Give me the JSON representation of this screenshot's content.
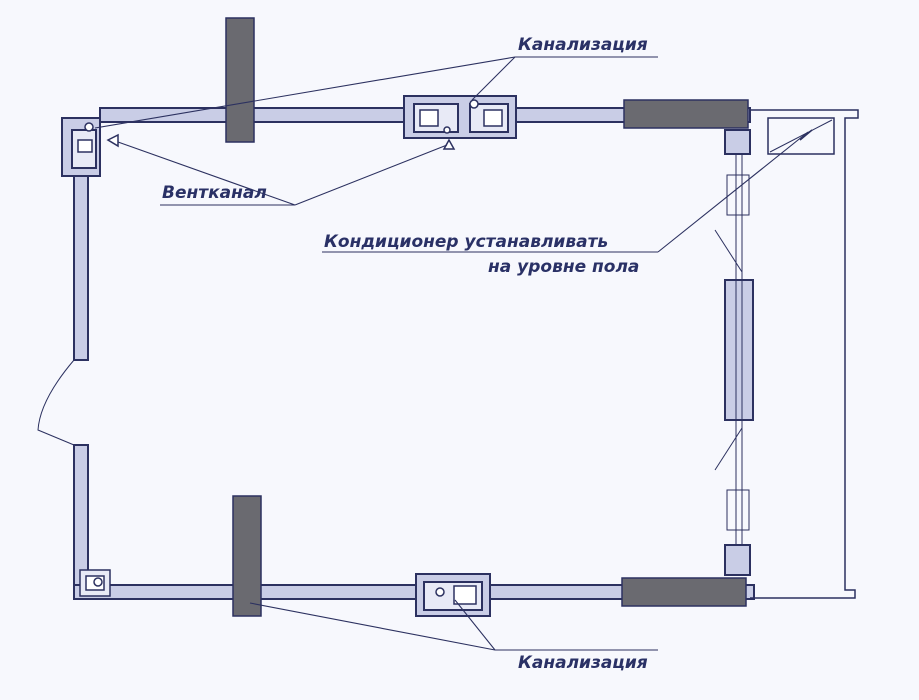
{
  "labels": {
    "sewer_top": "Канализация",
    "vent": "Вентканал",
    "ac_line1": "Кондиционер устанавливать",
    "ac_line2": "на уровне пола",
    "sewer_bottom": "Канализация"
  },
  "colors": {
    "background": "#f7f8fd",
    "wall_fill": "#c9cde6",
    "wall_stroke": "#2c3160",
    "column_fill": "#6a6a70",
    "line": "#2c3160",
    "text": "#2a3166"
  }
}
